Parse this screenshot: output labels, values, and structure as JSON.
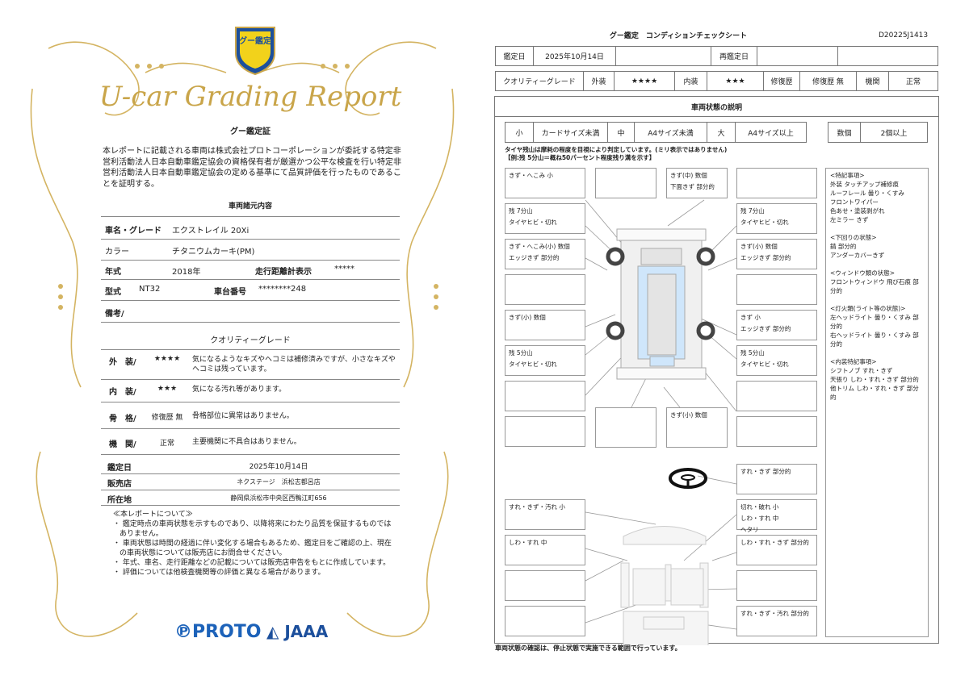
{
  "left": {
    "logo_text": "グー鑑定",
    "title": "U-car Grading Report",
    "cert_heading": "グー鑑定証",
    "cert_text": "本レポートに記載される車両は株式会社プロトコーポレーションが委託する特定非営利活動法人日本自動車鑑定協会の資格保有者が厳選かつ公平な検査を行い特定非営利活動法人日本自動車鑑定協会の定める基準にて品質評価を行ったものであることを証明する。",
    "spec_heading": "車両諸元内容",
    "name_label": "車名・グレード",
    "name_value": "エクストレイル 20Xi",
    "color_label": "カラー",
    "color_value": "チタニウムカーキ(PM)",
    "year_label": "年式",
    "year_value": "2018年",
    "mileage_label": "走行距離計表示",
    "mileage_value": "*****",
    "model_label": "型式",
    "model_value": "NT32",
    "chassis_label": "車台番号",
    "chassis_value": "********248",
    "remarks_label": "備考/",
    "grade_heading": "クオリティーグレード",
    "grades": [
      {
        "label": "外　装/",
        "value": "★★★★",
        "desc": "気になるようなキズやヘコミは補修済みですが、小さなキズやヘコミは残っています。"
      },
      {
        "label": "内　装/",
        "value": "★★★",
        "desc": "気になる汚れ等があります。"
      },
      {
        "label": "骨　格/",
        "value": "修復歴 無",
        "desc": "骨格部位に異常はありません。"
      },
      {
        "label": "機　関/",
        "value": "正常",
        "desc": "主要機関に不具合はありません。"
      }
    ],
    "date_label": "鑑定日",
    "date_value": "2025年10月14日",
    "shop_label": "販売店",
    "shop_value": "ネクステージ　浜松志都呂店",
    "address_label": "所在地",
    "address_value": "静岡県浜松市中央区西鴨江町656",
    "about_heading": "≪本レポートについて≫",
    "about_items": [
      "・ 鑑定時点の車両状態を示すものであり、以降将来にわたり品質を保証するものではありません。",
      "・ 車両状態は時間の経過に伴い変化する場合もあるため、鑑定日をご確認の上、現在の車両状態については販売店にお問合せください。",
      "・ 年式、車名、走行距離などの記載については販売店申告をもとに作成しています。",
      "・ 評価については他検査機関等の評価と異なる場合があります。"
    ],
    "logo_proto": "PROTO",
    "logo_jaaa": "JAAA"
  },
  "right": {
    "title": "グー鑑定　コンディションチェックシート",
    "doc_id": "D20225J1413",
    "row1": {
      "date_label": "鑑定日",
      "date_value": "2025年10月14日",
      "reinspect_label": "再鑑定日"
    },
    "row2": {
      "grade_label": "クオリティーグレード",
      "ext_label": "外装",
      "ext_value": "★★★★",
      "int_label": "内装",
      "int_value": "★★★",
      "repair_label": "修復歴",
      "repair_value": "修復歴 無",
      "engine_label": "機関",
      "engine_value": "正常"
    },
    "section_title": "車両状態の説明",
    "sizes": [
      "小",
      "カードサイズ未満",
      "中",
      "A4サイズ未満",
      "大",
      "A4サイズ以上"
    ],
    "count": [
      "数個",
      "2個以上"
    ],
    "tire_note1": "タイヤ残山は摩耗の程度を目視により判定しています。(ミリ表示ではありません)",
    "tire_note2": "【例:残 5分山＝概ね50パーセント程度残り溝を示す】",
    "boxes": [
      "きず・へこみ 小",
      "",
      "きず(中) 数個\n下面きず 部分的",
      "",
      "残 7分山\nタイヤヒビ・切れ",
      "残 7分山\nタイヤヒビ・切れ",
      "きず・へこみ(小) 数個\nエッジきず 部分的",
      "きず(小) 数個\nエッジきず 部分的",
      "",
      "",
      "きず(小) 数個",
      "きず 小\nエッジきず 部分的",
      "残 5分山\nタイヤヒビ・切れ",
      "残 5分山\nタイヤヒビ・切れ",
      "",
      "",
      "",
      "",
      "きず(小) 数個",
      "",
      "すれ・きず 部分的",
      "すれ・きず・汚れ 小",
      "切れ・破れ 小\nしわ・すれ 中\nヘタリ",
      "しわ・すれ 中",
      "しわ・すれ・きず 部分的",
      "",
      "",
      "",
      "すれ・きず・汚れ 部分的"
    ],
    "notes": "<特記事項>\n外装 タッチアップ補修痕\nルーフレール 曇り・くすみ\nフロントワイパー\n色あせ・塗装剥がれ\n左ミラー きず\n\n<下回りの状態>\n錆 部分的\nアンダーカバーきず\n\n<ウィンドウ類の状態>\nフロントウィンドウ 飛び石痕 部分的\n\n<灯火類(ライト等の状態)>\n左ヘッドライト 曇り・くすみ 部分的\n右ヘッドライト 曇り・くすみ 部分的\n\n<内装特記事項>\nシフトノブ すれ・きず\n天張り しわ・すれ・きず 部分的\n他トリム しわ・すれ・きず 部分的",
    "footer": "車両状態の確認は、停止状態で実施できる範囲で行っています。"
  },
  "colors": {
    "gold": "#c9a54a",
    "shield_yellow": "#f2d21b",
    "shield_blue": "#1c4f9c",
    "proto_blue": "#1c62b9",
    "glass_blue": "#cfe6fb"
  }
}
